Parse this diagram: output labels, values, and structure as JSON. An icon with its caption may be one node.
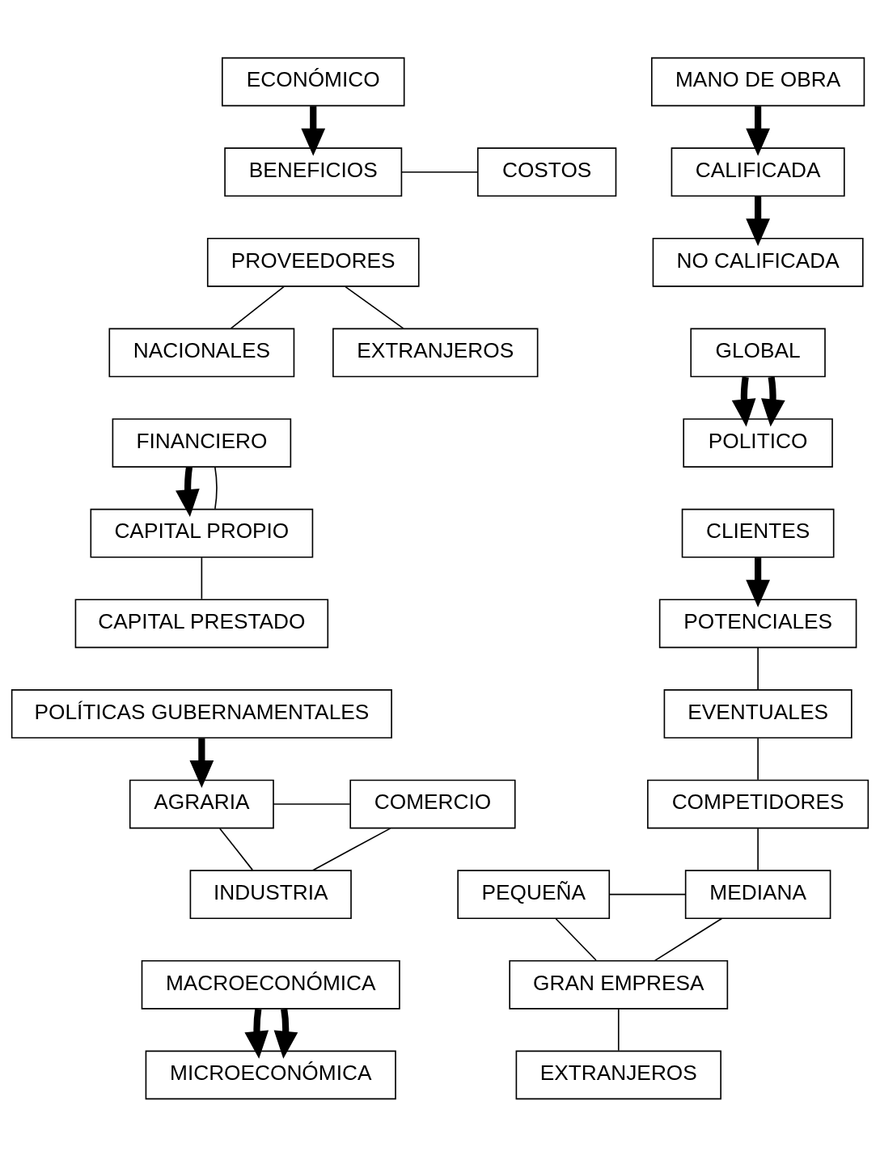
{
  "diagram": {
    "nodes": [
      {
        "text": [
          "ECONÓMICO"
        ]
      },
      {
        "text": [
          "BENEFICIOS"
        ]
      },
      {
        "text": [
          "COSTOS"
        ]
      },
      {
        "text": [
          "MANO DE OBRA"
        ]
      },
      {
        "text": [
          "CALIFICADA"
        ]
      },
      {
        "text": [
          "NO CALIFICADA"
        ]
      },
      {
        "text": [
          "PROVEEDORES"
        ]
      },
      {
        "text": [
          "NACIONALES"
        ]
      },
      {
        "text": [
          "EXTRANJEROS"
        ]
      },
      {
        "text": [
          "FINANCIERO"
        ]
      },
      {
        "text": [
          "CAPITAL PROPIO"
        ]
      },
      {
        "text": [
          "CAPITAL PRESTADO"
        ]
      },
      {
        "text": [
          "GLOBAL"
        ]
      },
      {
        "text": [
          "POLITICO"
        ]
      },
      {
        "text": [
          "CLIENTES"
        ]
      },
      {
        "text": [
          "POTENCIALES"
        ]
      },
      {
        "text": [
          "EVENTUALES"
        ]
      },
      {
        "text": [
          "COMPETIDORES"
        ]
      },
      {
        "text": [
          "POLÍTICAS GUBERNAMENTALES"
        ]
      },
      {
        "text": [
          "AGRARIA"
        ]
      },
      {
        "text": [
          "COMERCIO"
        ]
      },
      {
        "text": [
          "INDUSTRIA"
        ]
      },
      {
        "text": [
          "PEQUEÑA"
        ]
      },
      {
        "text": [
          "MEDIANA"
        ]
      },
      {
        "text": [
          "GRAN EMPRESA"
        ]
      },
      {
        "text": [
          "EXTRANJEROS"
        ]
      },
      {
        "text": [
          "MACROECONÓMICA"
        ]
      },
      {
        "text": [
          "MICROECONÓMICA"
        ]
      }
    ],
    "edges": [
      {
        "from": 0,
        "to": 1,
        "arrow": "to",
        "style": "thick"
      },
      {
        "from": 1,
        "to": 2,
        "arrow": "none"
      },
      {
        "from": 3,
        "to": 4,
        "arrow": "to",
        "style": "thick"
      },
      {
        "from": 4,
        "to": 5,
        "arrow": "to",
        "style": "thick"
      },
      {
        "from": 6,
        "to": 7,
        "arrow": "none"
      },
      {
        "from": 6,
        "to": 8,
        "arrow": "none"
      },
      {
        "from": 9,
        "to": 10,
        "arrow": "to",
        "style": "thick"
      },
      {
        "from": 9,
        "to": 10,
        "arrow": "none"
      },
      {
        "from": 10,
        "to": 11,
        "arrow": "none"
      },
      {
        "from": 12,
        "to": 13,
        "arrow": "to",
        "style": "thick"
      },
      {
        "from": 12,
        "to": 13,
        "arrow": "to",
        "style": "thick"
      },
      {
        "from": 14,
        "to": 15,
        "arrow": "to",
        "style": "thick"
      },
      {
        "from": 15,
        "to": 16,
        "arrow": "none"
      },
      {
        "from": 16,
        "to": 17,
        "arrow": "none"
      },
      {
        "from": 17,
        "to": 23,
        "arrow": "none"
      },
      {
        "from": 18,
        "to": 19,
        "arrow": "to",
        "style": "thick"
      },
      {
        "from": 19,
        "to": 20,
        "arrow": "none"
      },
      {
        "from": 19,
        "to": 21,
        "arrow": "none"
      },
      {
        "from": 20,
        "to": 21,
        "arrow": "none"
      },
      {
        "from": 22,
        "to": 23,
        "arrow": "none"
      },
      {
        "from": 22,
        "to": 24,
        "arrow": "none"
      },
      {
        "from": 23,
        "to": 24,
        "arrow": "none"
      },
      {
        "from": 24,
        "to": 25,
        "arrow": "none"
      },
      {
        "from": 26,
        "to": 27,
        "arrow": "to",
        "style": "thick"
      },
      {
        "from": 26,
        "to": 27,
        "arrow": "to",
        "style": "thick"
      }
    ]
  }
}
